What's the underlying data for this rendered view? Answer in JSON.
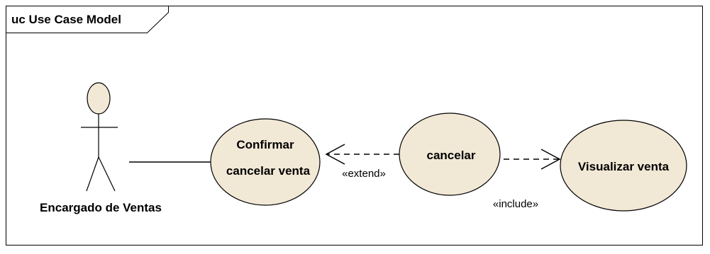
{
  "frame": {
    "title": "uc Use Case Model"
  },
  "actor": {
    "name": "Encargado de Ventas"
  },
  "use_cases": {
    "confirmar": {
      "line1": "Confirmar",
      "line2": "cancelar venta"
    },
    "cancelar": {
      "label": "cancelar"
    },
    "visualizar": {
      "label": "Visualizar venta"
    }
  },
  "relationships": {
    "extend": {
      "stereotype": "«extend»"
    },
    "include": {
      "stereotype": "«include»"
    }
  },
  "colors": {
    "use_case_fill": "#f2e8d6",
    "line": "#000000",
    "background": "#ffffff"
  }
}
